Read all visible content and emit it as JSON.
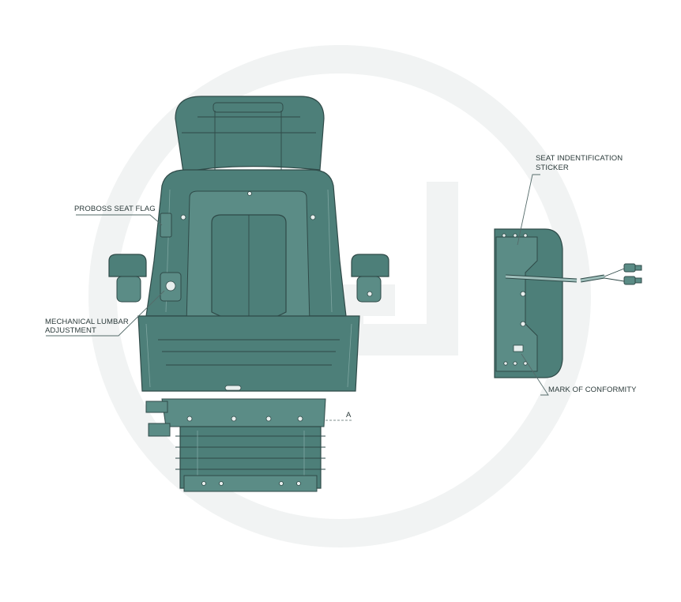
{
  "colors": {
    "seat_fill": "#4d7f79",
    "seat_fill_light": "#5b8c86",
    "outline": "#2f4a48",
    "watermark": "#f1f3f3",
    "label_text": "#2b3a3a"
  },
  "labels": {
    "proboss_seat_flag": "PROBOSS SEAT FLAG",
    "mechanical_lumbar_line1": "MECHANICAL LUMBAR",
    "mechanical_lumbar_line2": "ADJUSTMENT",
    "seat_identification_line1": "SEAT INDENTIFICATION",
    "seat_identification_line2": "STICKER",
    "mark_of_conformity": "MARK OF CONFORMITY",
    "dimension_a": "A"
  }
}
